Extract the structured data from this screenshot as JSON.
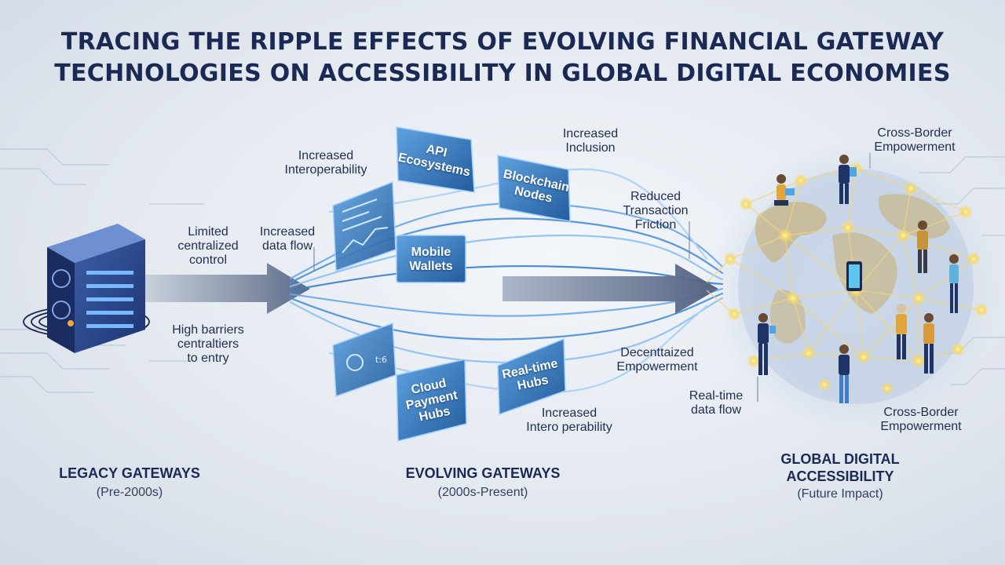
{
  "title": {
    "line1": "TRACING THE RIPPLE EFFECTS OF EVOLVING FINANCIAL GATEWAY",
    "line2": "TECHNOLOGIES ON ACCESSIBILITY IN GLOBAL DIGITAL ECONOMIES"
  },
  "legacy": {
    "label_top_1": "Limited",
    "label_top_2": "centralized",
    "label_top_3": "control",
    "label_bottom_1": "High barriers",
    "label_bottom_2": "centraltiers",
    "label_bottom_3": "to entry",
    "section_title": "LEGACY GATEWAYS",
    "section_sub": "(Pre-2000s)"
  },
  "evolving": {
    "data_flow_1": "Increased",
    "data_flow_2": "data flow",
    "interop_top_1": "Increased",
    "interop_top_2": "Interoperability",
    "api_1": "API",
    "api_2": "Ecosystems",
    "blockchain_1": "Blockchain",
    "blockchain_2": "Nodes",
    "inclusion_1": "Increased",
    "inclusion_2": "Inclusion",
    "mobile_1": "Mobile",
    "mobile_2": "Wallets",
    "cloud_1": "Cloud",
    "cloud_2": "Payment",
    "cloud_3": "Hubs",
    "realtime_1": "Real-time",
    "realtime_2": "Hubs",
    "interop_bottom_1": "Increased",
    "interop_bottom_2": "Intero perability",
    "panel_small_text": "t:6",
    "section_title": "EVOLVING GATEWAYS",
    "section_sub": "(2000s-Present)"
  },
  "global": {
    "friction_1": "Reduced",
    "friction_2": "Transaction",
    "friction_3": "Friction",
    "cross_top_1": "Cross-Border",
    "cross_top_2": "Empowerment",
    "decent_1": "Decenttaized",
    "decent_2": "Empowerment",
    "realtime_flow_1": "Real-time",
    "realtime_flow_2": "data flow",
    "cross_bottom_1": "Cross-Border",
    "cross_bottom_2": "Empowerment",
    "section_title_1": "GLOBAL DIGITAL",
    "section_title_2": "ACCESSIBILITY",
    "section_sub": "(Future Impact)"
  },
  "colors": {
    "title": "#1b2a55",
    "panel_blue": "#3d7fc4",
    "arrow_gray": "#5a6a86",
    "glow_gold": "#f7d96a"
  }
}
